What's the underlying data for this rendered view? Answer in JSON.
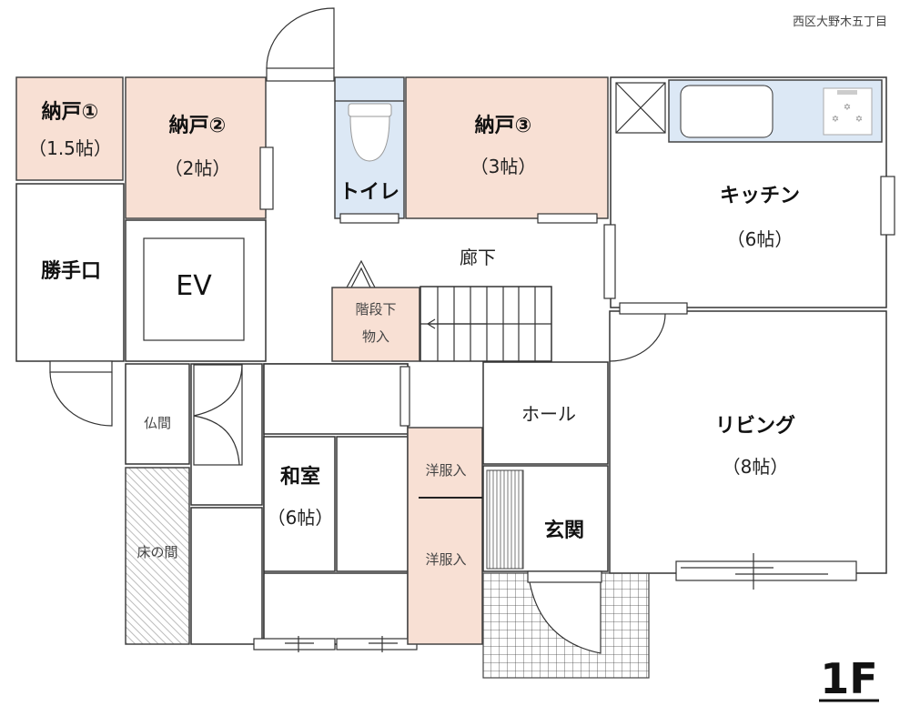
{
  "address": "西区大野木五丁目",
  "floor_label": "1F",
  "rooms": {
    "nando1": {
      "name": "納戸①",
      "size": "（1.5帖）"
    },
    "nando2": {
      "name": "納戸②",
      "size": "（2帖）"
    },
    "nando3": {
      "name": "納戸③",
      "size": "（3帖）"
    },
    "toilet": {
      "name": "トイレ"
    },
    "kitchen": {
      "name": "キッチン",
      "size": "（6帖）"
    },
    "corridor": {
      "name": "廊下"
    },
    "katteguchi": {
      "name": "勝手口"
    },
    "ev": {
      "name": "EV"
    },
    "under_stairs": {
      "line1": "階段下",
      "line2": "物入"
    },
    "living": {
      "name": "リビング",
      "size": "（8帖）"
    },
    "butsuma": {
      "name": "仏間"
    },
    "tokonoma": {
      "name": "床の間"
    },
    "washitsu": {
      "name": "和室",
      "size": "（6帖）"
    },
    "closet1": {
      "name": "洋服入"
    },
    "closet2": {
      "name": "洋服入"
    },
    "hall": {
      "name": "ホール"
    },
    "genkan": {
      "name": "玄関"
    }
  },
  "colors": {
    "storage": "#f8e0d4",
    "water": "#dce8f5",
    "wall": "#333333"
  }
}
